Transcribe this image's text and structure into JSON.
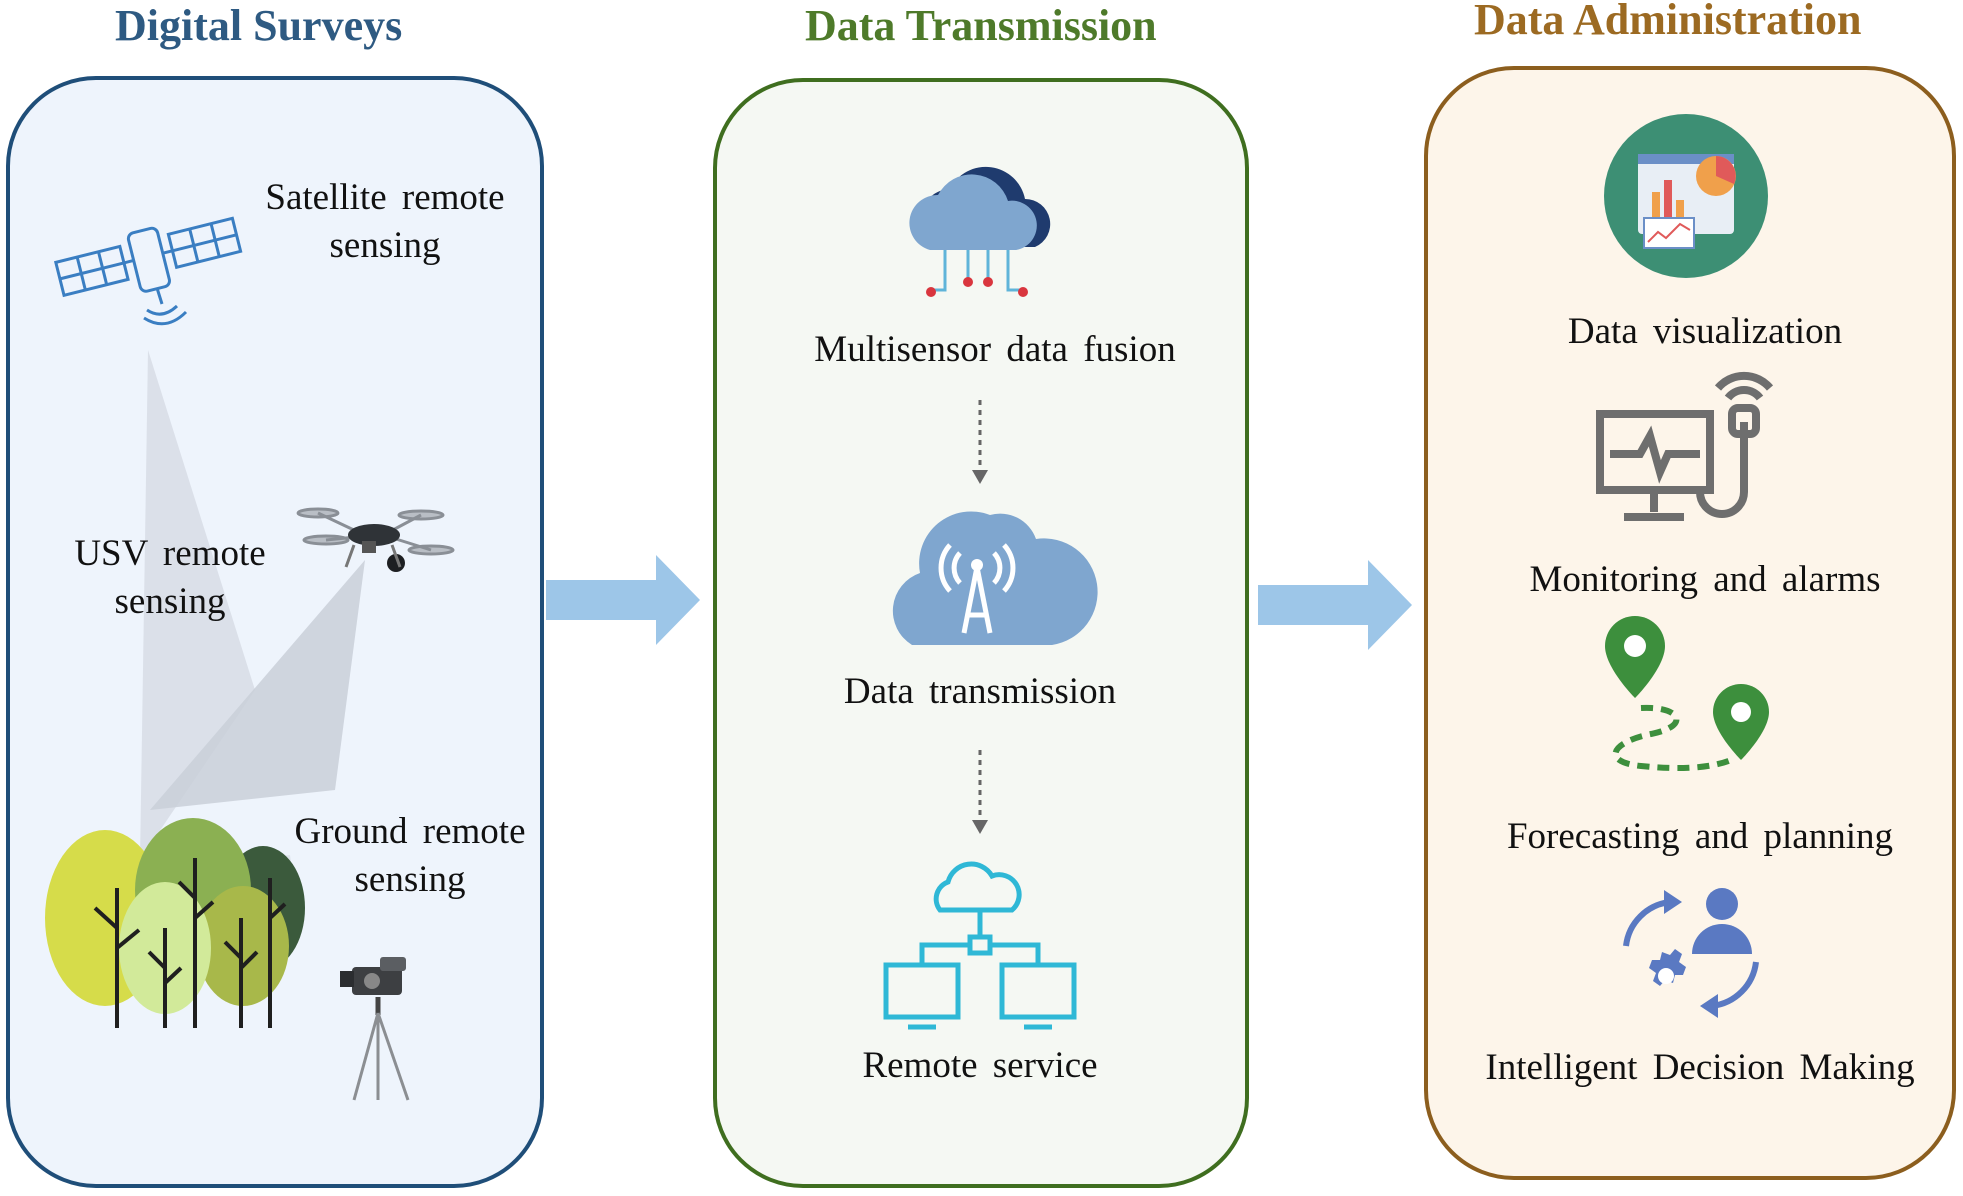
{
  "columns": {
    "surveys": {
      "title": "Digital Surveys",
      "title_color": "#2e5a82",
      "border_color": "#1f4e79",
      "fill_color": "#eef4fc",
      "items": [
        {
          "label_line1": "Satellite remote",
          "label_line2": "sensing",
          "icon": "satellite-icon"
        },
        {
          "label_line1": "USV remote",
          "label_line2": "sensing",
          "icon": "drone-icon"
        },
        {
          "label_line1": "Ground remote",
          "label_line2": "sensing",
          "icon": "camera-tripod-icon"
        }
      ],
      "decor_icon": "forest-icon"
    },
    "transmission": {
      "title": "Data Transmission",
      "title_color": "#4e7a2a",
      "border_color": "#3f6e1f",
      "fill_color": "#f5f8f3",
      "items": [
        {
          "label": "Multisensor data fusion",
          "icon": "cloud-network-icon"
        },
        {
          "label": "Data transmission",
          "icon": "signal-tower-icon"
        },
        {
          "label": "Remote service",
          "icon": "cloud-computers-icon"
        }
      ]
    },
    "administration": {
      "title": "Data Administration",
      "title_color": "#9c6a22",
      "border_color": "#8c5e1e",
      "fill_color": "#fdf5ea",
      "items": [
        {
          "label": "Data visualization",
          "icon": "dashboard-icon"
        },
        {
          "label": "Monitoring and alarms",
          "icon": "monitor-alarm-icon"
        },
        {
          "label": "Forecasting and planning",
          "icon": "route-pins-icon"
        },
        {
          "label": "Intelligent Decision Making",
          "icon": "decision-cycle-icon"
        }
      ]
    }
  },
  "flow_arrow_color": "#9dc6e8",
  "connector_color": "#666666"
}
